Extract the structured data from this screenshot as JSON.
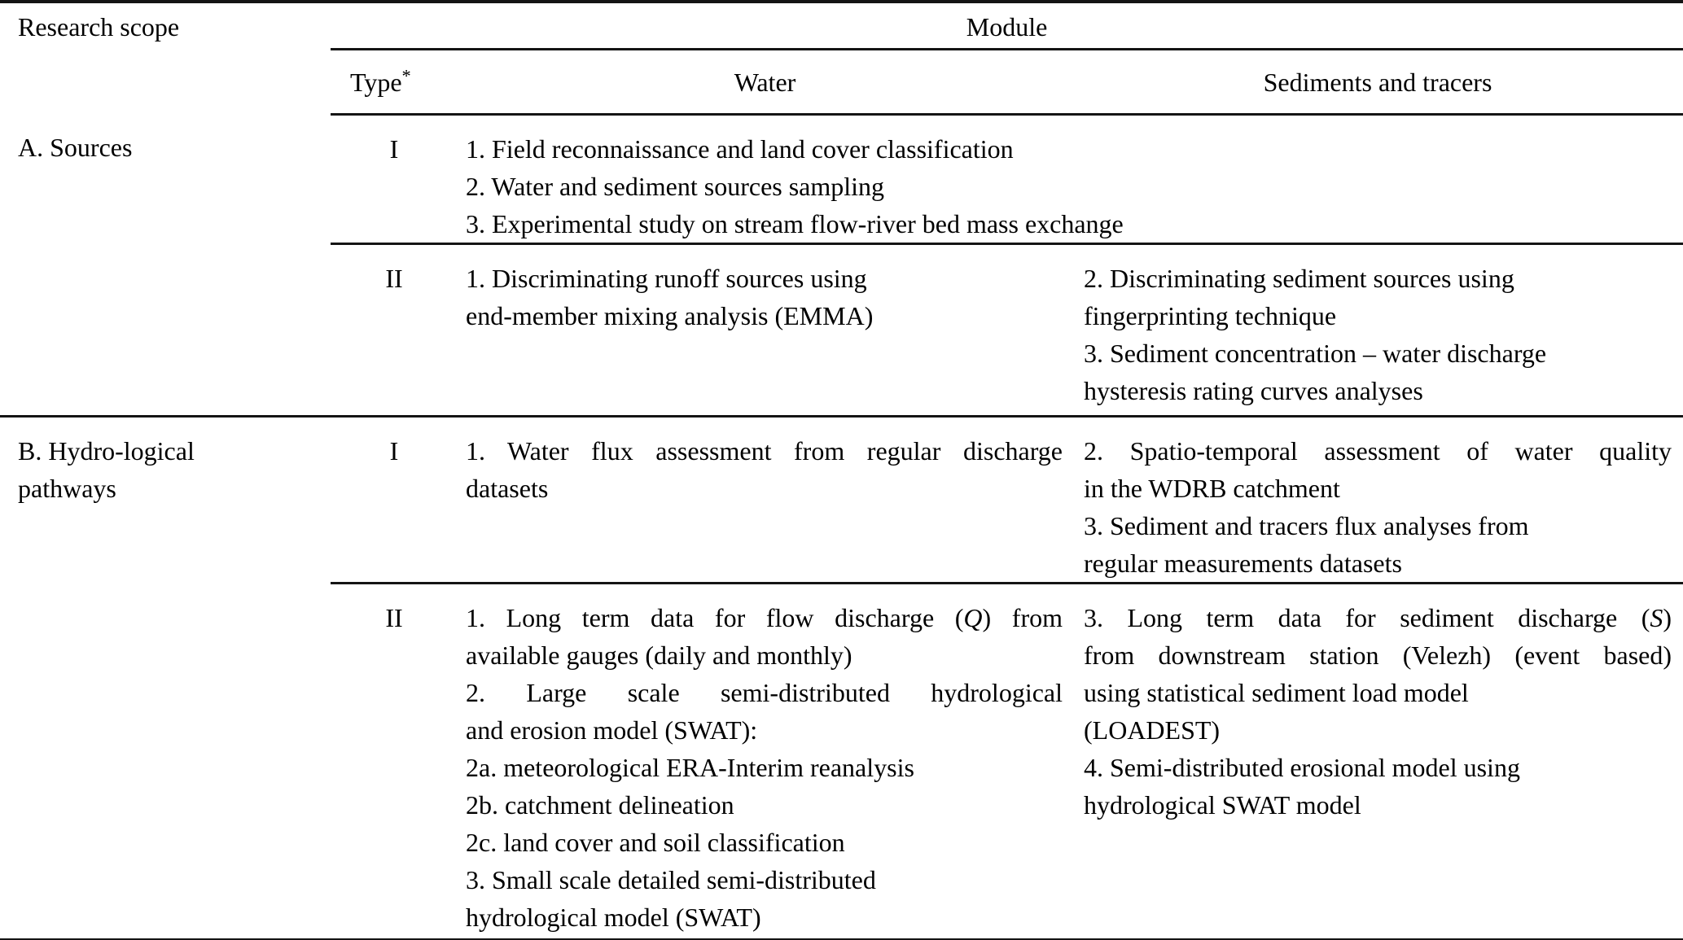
{
  "table": {
    "header": {
      "research_scope": "Research scope",
      "module": "Module",
      "type_label": "Type",
      "type_superscript": "*",
      "water": "Water",
      "sediments": "Sediments and tracers"
    },
    "sections": [
      {
        "scope_lines": [
          {
            "segments": [
              {
                "text": "A. Sources"
              }
            ]
          }
        ],
        "rows": [
          {
            "type": "I",
            "spans_both_modules": true,
            "water_lines": [
              {
                "segments": [
                  {
                    "text": "1. Field reconnaissance and land cover classification"
                  }
                ]
              },
              {
                "segments": [
                  {
                    "text": "2. Water and sediment sources sampling"
                  }
                ]
              },
              {
                "segments": [
                  {
                    "text": "3. Experimental study on stream flow-river bed mass exchange"
                  }
                ]
              }
            ],
            "sediments_lines": []
          },
          {
            "type": "II",
            "spans_both_modules": false,
            "water_lines": [
              {
                "segments": [
                  {
                    "text": "1. Discriminating runoff sources using"
                  }
                ]
              },
              {
                "segments": [
                  {
                    "text": "end-member mixing analysis (EMMA)"
                  }
                ]
              }
            ],
            "sediments_lines": [
              {
                "segments": [
                  {
                    "text": "2. Discriminating sediment sources using"
                  }
                ]
              },
              {
                "segments": [
                  {
                    "text": "fingerprinting technique"
                  }
                ]
              },
              {
                "segments": [
                  {
                    "text": "3. Sediment concentration – water discharge"
                  }
                ]
              },
              {
                "segments": [
                  {
                    "text": "hysteresis rating curves analyses"
                  }
                ]
              }
            ]
          }
        ]
      },
      {
        "scope_lines": [
          {
            "segments": [
              {
                "text": "B. Hydro-logical"
              }
            ]
          },
          {
            "segments": [
              {
                "text": "pathways"
              }
            ]
          }
        ],
        "rows": [
          {
            "type": "I",
            "spans_both_modules": false,
            "water_lines": [
              {
                "segments": [
                  {
                    "text": "1. Water flux assessment from regular discharge"
                  }
                ],
                "justify": true
              },
              {
                "segments": [
                  {
                    "text": "datasets"
                  }
                ]
              }
            ],
            "sediments_lines": [
              {
                "segments": [
                  {
                    "text": "2. Spatio-temporal assessment of water quality"
                  }
                ],
                "justify": true
              },
              {
                "segments": [
                  {
                    "text": "in the WDRB catchment"
                  }
                ]
              },
              {
                "segments": [
                  {
                    "text": "3. Sediment and tracers flux analyses from"
                  }
                ]
              },
              {
                "segments": [
                  {
                    "text": "regular measurements datasets"
                  }
                ]
              }
            ]
          },
          {
            "type": "II",
            "spans_both_modules": false,
            "water_lines": [
              {
                "segments": [
                  {
                    "text": "1. Long term data for flow discharge ("
                  },
                  {
                    "text": "Q",
                    "italic": true
                  },
                  {
                    "text": ") from"
                  }
                ],
                "justify": true
              },
              {
                "segments": [
                  {
                    "text": "available gauges (daily and monthly)"
                  }
                ]
              },
              {
                "segments": [
                  {
                    "text": "2. Large scale semi-distributed hydrological"
                  }
                ],
                "justify": true
              },
              {
                "segments": [
                  {
                    "text": "and erosion model (SWAT):"
                  }
                ]
              },
              {
                "segments": [
                  {
                    "text": "2a. meteorological ERA-Interim reanalysis"
                  }
                ]
              },
              {
                "segments": [
                  {
                    "text": "2b. catchment delineation"
                  }
                ]
              },
              {
                "segments": [
                  {
                    "text": "2c. land cover and soil classification"
                  }
                ]
              },
              {
                "segments": [
                  {
                    "text": "3. Small scale detailed semi-distributed"
                  }
                ]
              },
              {
                "segments": [
                  {
                    "text": "hydrological model (SWAT)"
                  }
                ]
              }
            ],
            "sediments_lines": [
              {
                "segments": [
                  {
                    "text": "3. Long term data for sediment discharge ("
                  },
                  {
                    "text": "S",
                    "italic": true
                  },
                  {
                    "text": ")"
                  }
                ],
                "justify": true
              },
              {
                "segments": [
                  {
                    "text": "from downstream station (Velezh) (event based)"
                  }
                ],
                "justify": true
              },
              {
                "segments": [
                  {
                    "text": "using statistical sediment load model"
                  }
                ]
              },
              {
                "segments": [
                  {
                    "text": "(LOADEST)"
                  }
                ]
              },
              {
                "segments": [
                  {
                    "text": "4. Semi-distributed erosional model using"
                  }
                ]
              },
              {
                "segments": [
                  {
                    "text": "hydrological SWAT model"
                  }
                ]
              }
            ]
          }
        ]
      }
    ]
  }
}
